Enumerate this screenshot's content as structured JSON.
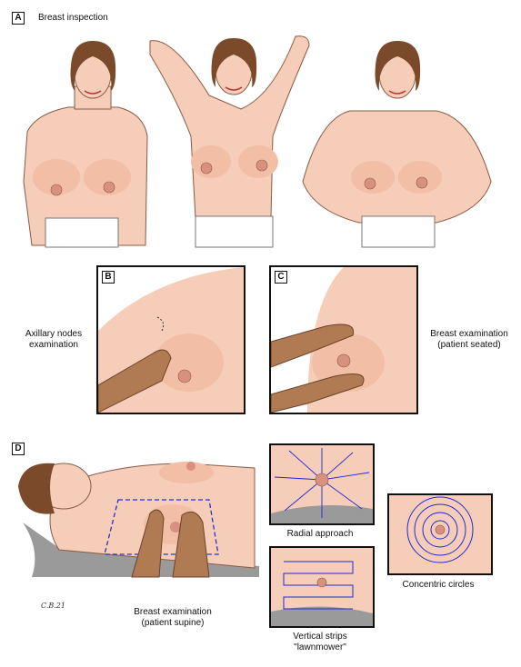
{
  "panel_a": {
    "letter": "A",
    "title": "Breast inspection"
  },
  "panel_b": {
    "letter": "B",
    "caption_line1": "Axillary nodes",
    "caption_line2": "examination"
  },
  "panel_c": {
    "letter": "C",
    "caption_line1": "Breast examination",
    "caption_line2": "(patient seated)"
  },
  "panel_d": {
    "letter": "D",
    "supine_line1": "Breast examination",
    "supine_line2": "(patient supine)",
    "radial": "Radial approach",
    "concentric": "Concentric circles",
    "strips_line1": "Vertical strips",
    "strips_line2": "\"lawnmower\"",
    "signature": "C.B.21"
  },
  "colors": {
    "skin": "#f6cdb8",
    "skin_shadow": "#e9a98f",
    "hair": "#7a4a2a",
    "hand_dark": "#b07a52",
    "arrow": "#1e2bd6",
    "gown": "#ffffff"
  }
}
